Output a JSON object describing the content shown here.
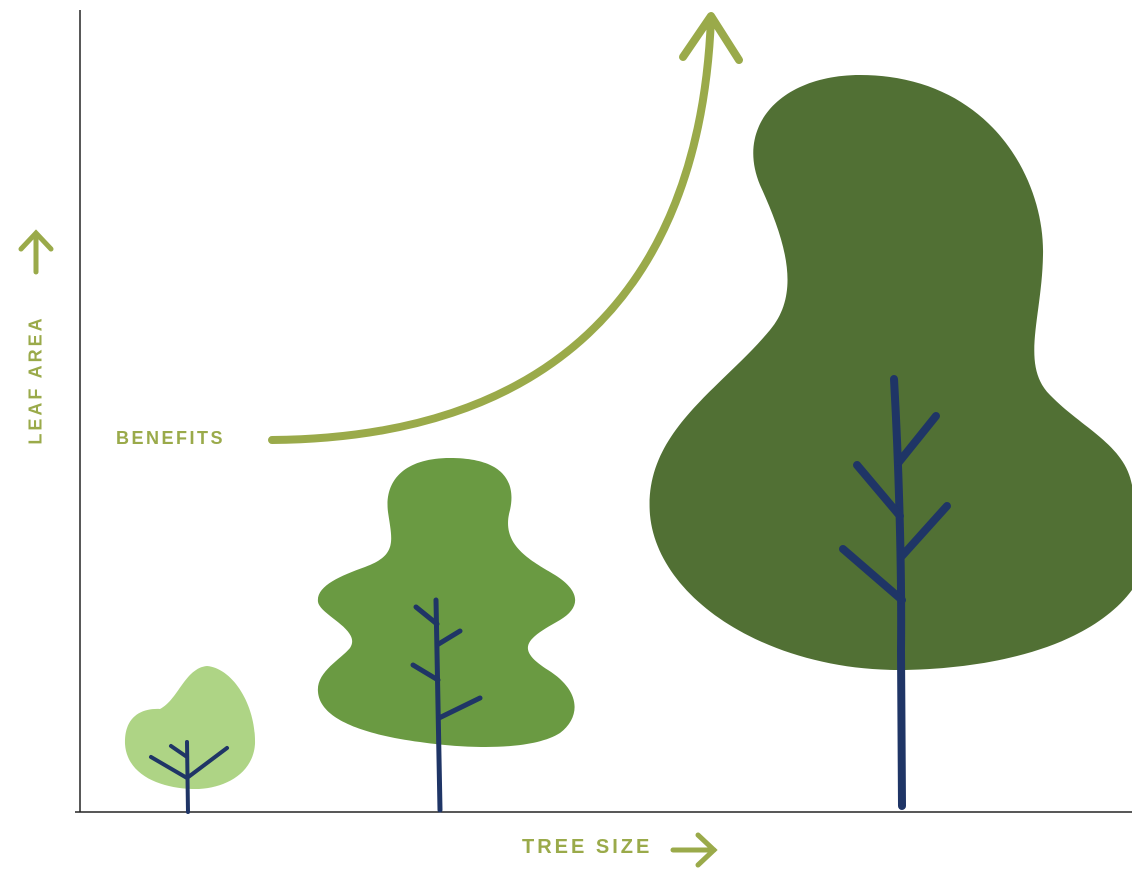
{
  "labels": {
    "y_axis": "LEAF AREA",
    "x_axis": "TREE SIZE",
    "benefits": "BENEFITS"
  },
  "colors": {
    "accent_green": "#9aaa4a",
    "small_tree": "#aed485",
    "medium_tree": "#6a9a42",
    "large_tree": "#517034",
    "trunk": "#1f3566",
    "axis_line": "#222222"
  },
  "icons": {
    "y_arrow": "arrow-up-icon",
    "x_arrow": "arrow-right-icon",
    "benefits_arrow": "curved-arrow-icon"
  }
}
